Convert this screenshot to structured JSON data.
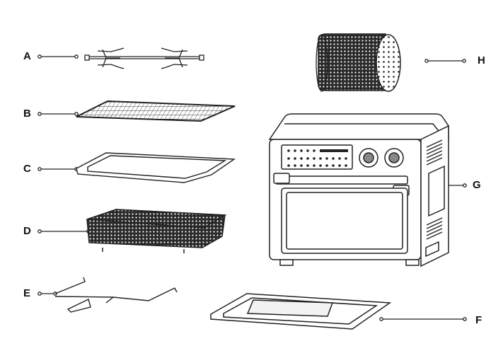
{
  "labels": {
    "a": "A",
    "b": "B",
    "c": "C",
    "d": "D",
    "e": "E",
    "f": "F",
    "g": "G",
    "h": "H"
  }
}
